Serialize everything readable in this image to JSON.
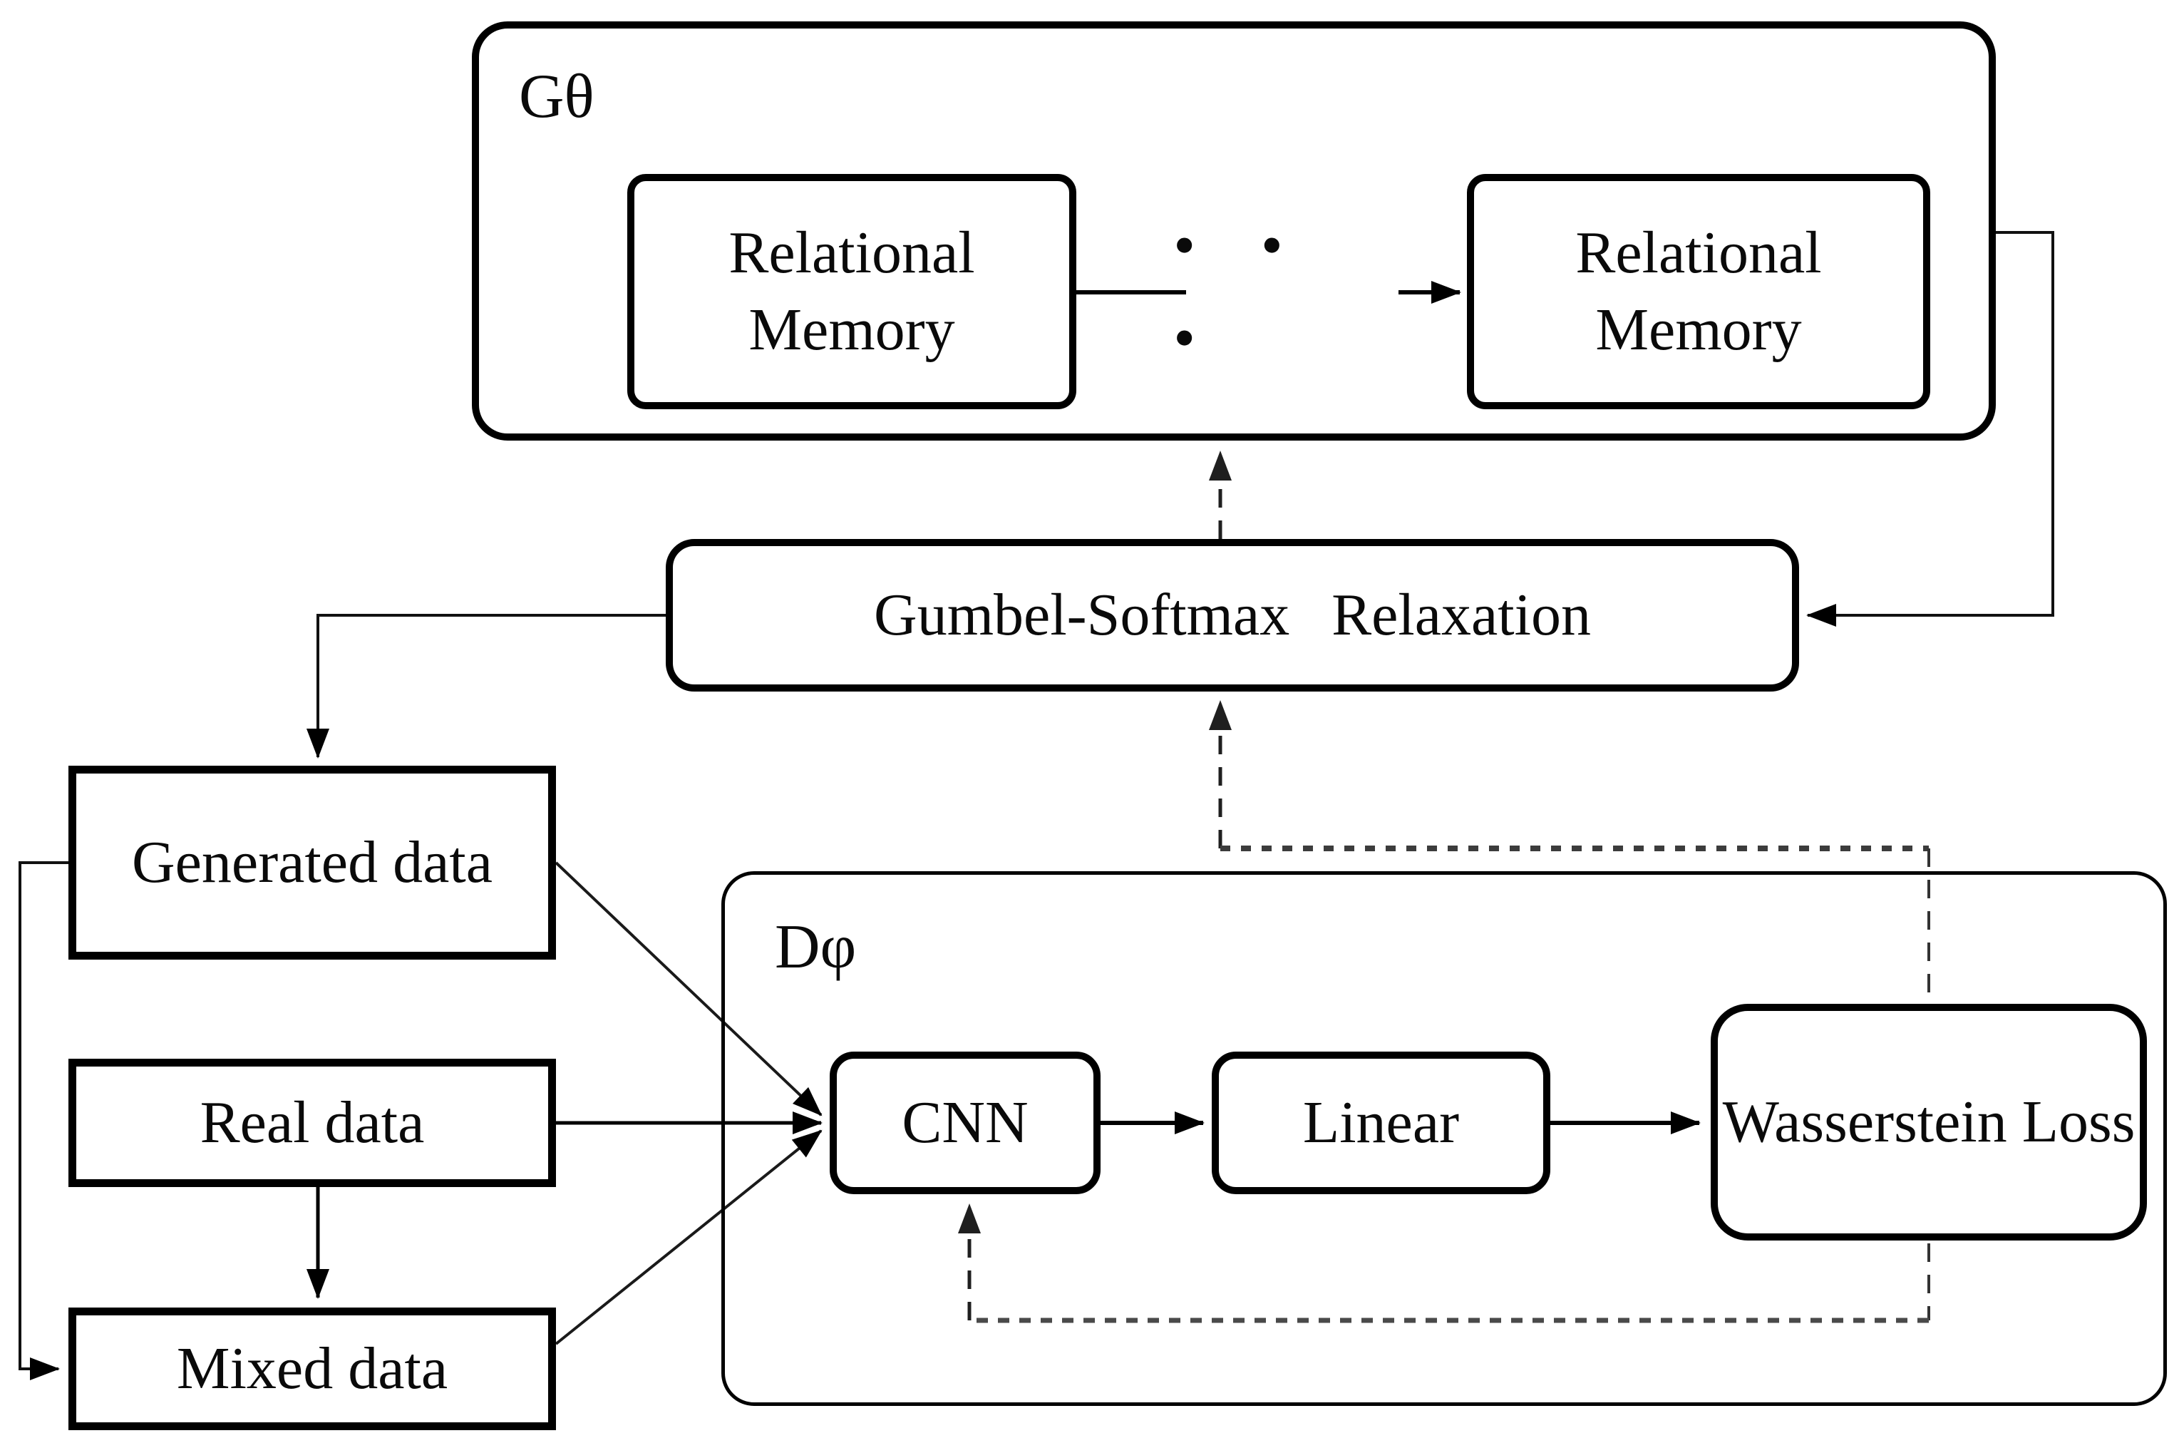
{
  "figure": {
    "type": "architecture-diagram",
    "background": "#ffffff",
    "line_color": "#000000",
    "dashed_line_color": "#2e2e2e"
  },
  "generator": {
    "label": "Gθ",
    "blocks": [
      {
        "label": "Relational Memory"
      },
      {
        "label": "Relational Memory"
      }
    ],
    "ellipsis": "· · ·"
  },
  "gumbel": {
    "label": "Gumbel-Softmax Relaxation"
  },
  "data_nodes": {
    "generated": {
      "label": "Generated data"
    },
    "real": {
      "label": "Real data"
    },
    "mixed": {
      "label": "Mixed data"
    }
  },
  "discriminator": {
    "label": "Dφ",
    "cnn": {
      "label": "CNN"
    },
    "linear": {
      "label": "Linear"
    },
    "loss": {
      "label": "Wasserstein Loss"
    }
  },
  "edges": [
    {
      "from": "relational-memory-1",
      "to": "relational-memory-2",
      "style": "solid-with-ellipsis"
    },
    {
      "from": "generator-panel",
      "to": "gumbel-softmax-relaxation",
      "style": "solid"
    },
    {
      "from": "gumbel-softmax-relaxation",
      "to": "generator-panel",
      "style": "dashed"
    },
    {
      "from": "wasserstein-loss",
      "to": "gumbel-softmax-relaxation",
      "style": "dashed"
    },
    {
      "from": "gumbel-softmax-relaxation",
      "to": "generated-data",
      "style": "solid"
    },
    {
      "from": "generated-data",
      "to": "mixed-data",
      "style": "solid"
    },
    {
      "from": "real-data",
      "to": "mixed-data",
      "style": "solid"
    },
    {
      "from": "generated-data",
      "to": "cnn",
      "style": "solid"
    },
    {
      "from": "real-data",
      "to": "cnn",
      "style": "solid"
    },
    {
      "from": "mixed-data",
      "to": "cnn",
      "style": "solid"
    },
    {
      "from": "cnn",
      "to": "linear",
      "style": "solid"
    },
    {
      "from": "linear",
      "to": "wasserstein-loss",
      "style": "solid"
    },
    {
      "from": "wasserstein-loss",
      "to": "cnn",
      "style": "dashed"
    }
  ]
}
